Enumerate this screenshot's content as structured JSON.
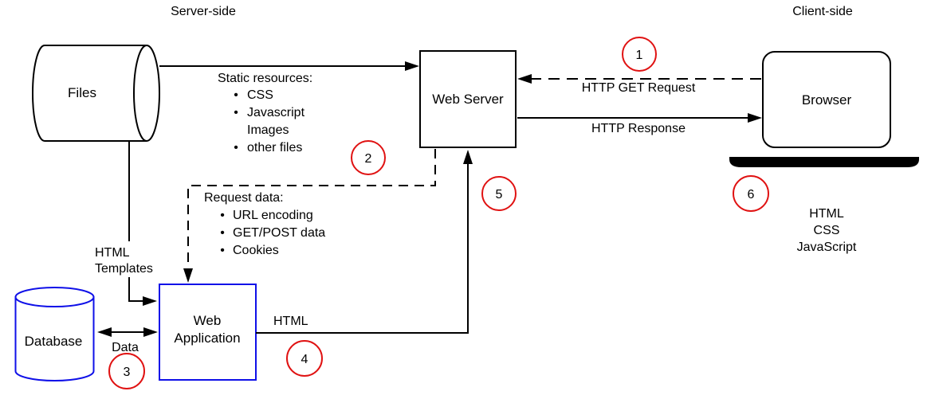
{
  "diagram": {
    "server_side_label": "Server-side",
    "client_side_label": "Client-side",
    "nodes": {
      "files": "Files",
      "web_server": "Web Server",
      "browser": "Browser",
      "database": "Database",
      "web_application": {
        "line1": "Web",
        "line2": "Application"
      }
    },
    "edges": {
      "static_resources": {
        "title": "Static resources:",
        "items": [
          {
            "bullet": "•",
            "text": "CSS"
          },
          {
            "bullet": "•",
            "text": "Javascript"
          },
          {
            "bullet": "",
            "text": "Images"
          },
          {
            "bullet": "•",
            "text": "other files"
          }
        ]
      },
      "http_get_request": "HTTP GET Request",
      "http_response": "HTTP Response",
      "request_data": {
        "title": "Request data:",
        "items": [
          {
            "bullet": "•",
            "text": "URL encoding"
          },
          {
            "bullet": "•",
            "text": "GET/POST data"
          },
          {
            "bullet": "•",
            "text": "Cookies"
          }
        ]
      },
      "html_templates": {
        "line1": "HTML",
        "line2": "Templates"
      },
      "data_label": "Data",
      "html_label": "HTML"
    },
    "client_stack": [
      "HTML",
      "CSS",
      "JavaScript"
    ],
    "steps": [
      "1",
      "2",
      "3",
      "4",
      "5",
      "6"
    ],
    "colors": {
      "node_blue": "#0f10e8",
      "step_red": "#e01212",
      "stack_blue": "#1f4e8c",
      "ink": "#000000"
    }
  }
}
